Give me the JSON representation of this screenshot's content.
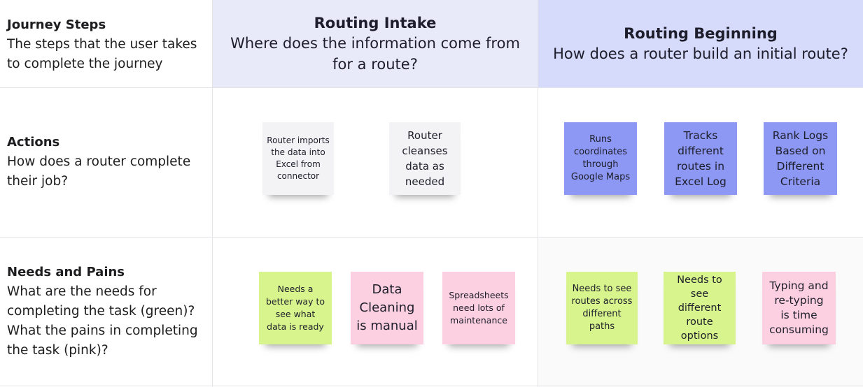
{
  "columns": [
    {
      "title": "Routing Intake",
      "question": "Where does the information come from for a route?"
    },
    {
      "title": "Routing Beginning",
      "question": "How does a router build an initial route?"
    }
  ],
  "rows": {
    "journey": {
      "title": "Journey Steps",
      "desc": "The steps that the user takes to complete the journey"
    },
    "actions": {
      "title": "Actions",
      "desc": "How does a router complete their job?"
    },
    "needs": {
      "title": "Needs and Pains",
      "desc": "What are the needs for completing the task (green)? What the pains in completing the task (pink)?"
    }
  },
  "notes": {
    "intake_actions": [
      {
        "text": "Router imports the data into Excel from connector",
        "color": "#f3f3f6"
      },
      {
        "text": "Router cleanses data as needed",
        "color": "#f3f3f6"
      }
    ],
    "beginning_actions": [
      {
        "text": "Runs coordinates through Google Maps",
        "color": "#8c98f4"
      },
      {
        "text": "Tracks different routes in Excel Log",
        "color": "#8c98f4"
      },
      {
        "text": "Rank Logs Based on Different Criteria",
        "color": "#8c98f4"
      }
    ],
    "intake_needs": [
      {
        "text": "Needs a better way to see what data is ready",
        "color": "#d8f58d"
      },
      {
        "text": "Data Cleaning is manual",
        "color": "#fcd0e1"
      },
      {
        "text": "Spreadsheets need lots of maintenance",
        "color": "#fcd0e1"
      }
    ],
    "beginning_needs": [
      {
        "text": "Needs to see routes across different paths",
        "color": "#d8f58d"
      },
      {
        "text": "Needs to see different route options",
        "color": "#d8f58d"
      },
      {
        "text": "Typing and re-typing is time consuming",
        "color": "#fcd0e1"
      }
    ]
  }
}
